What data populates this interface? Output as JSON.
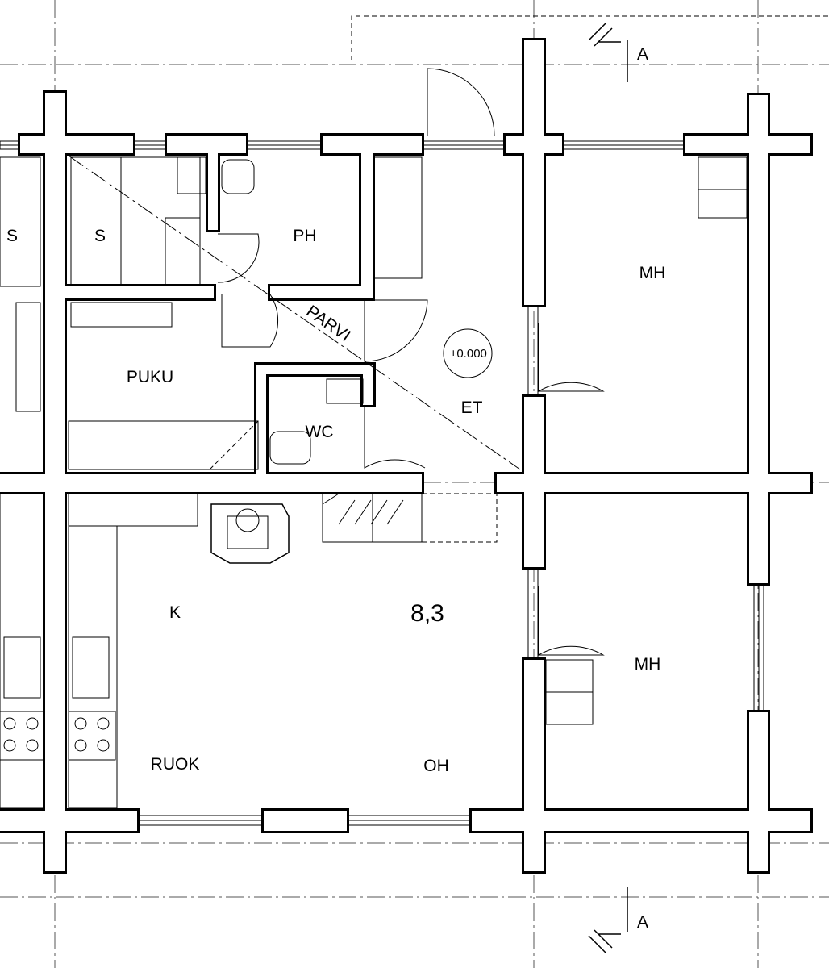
{
  "plan": {
    "rooms": {
      "sauna_left": "S",
      "sauna": "S",
      "bathroom": "PH",
      "loft": "PARVI",
      "dressing": "PUKU",
      "toilet": "WC",
      "hall": "ET",
      "floor_level": "±0.000",
      "bedroom_top": "MH",
      "bedroom_bottom": "MH",
      "kitchen": "K",
      "area": "8,3",
      "dining": "RUOK",
      "living": "OH"
    },
    "section_marks": {
      "top": "A",
      "bottom": "A"
    }
  }
}
